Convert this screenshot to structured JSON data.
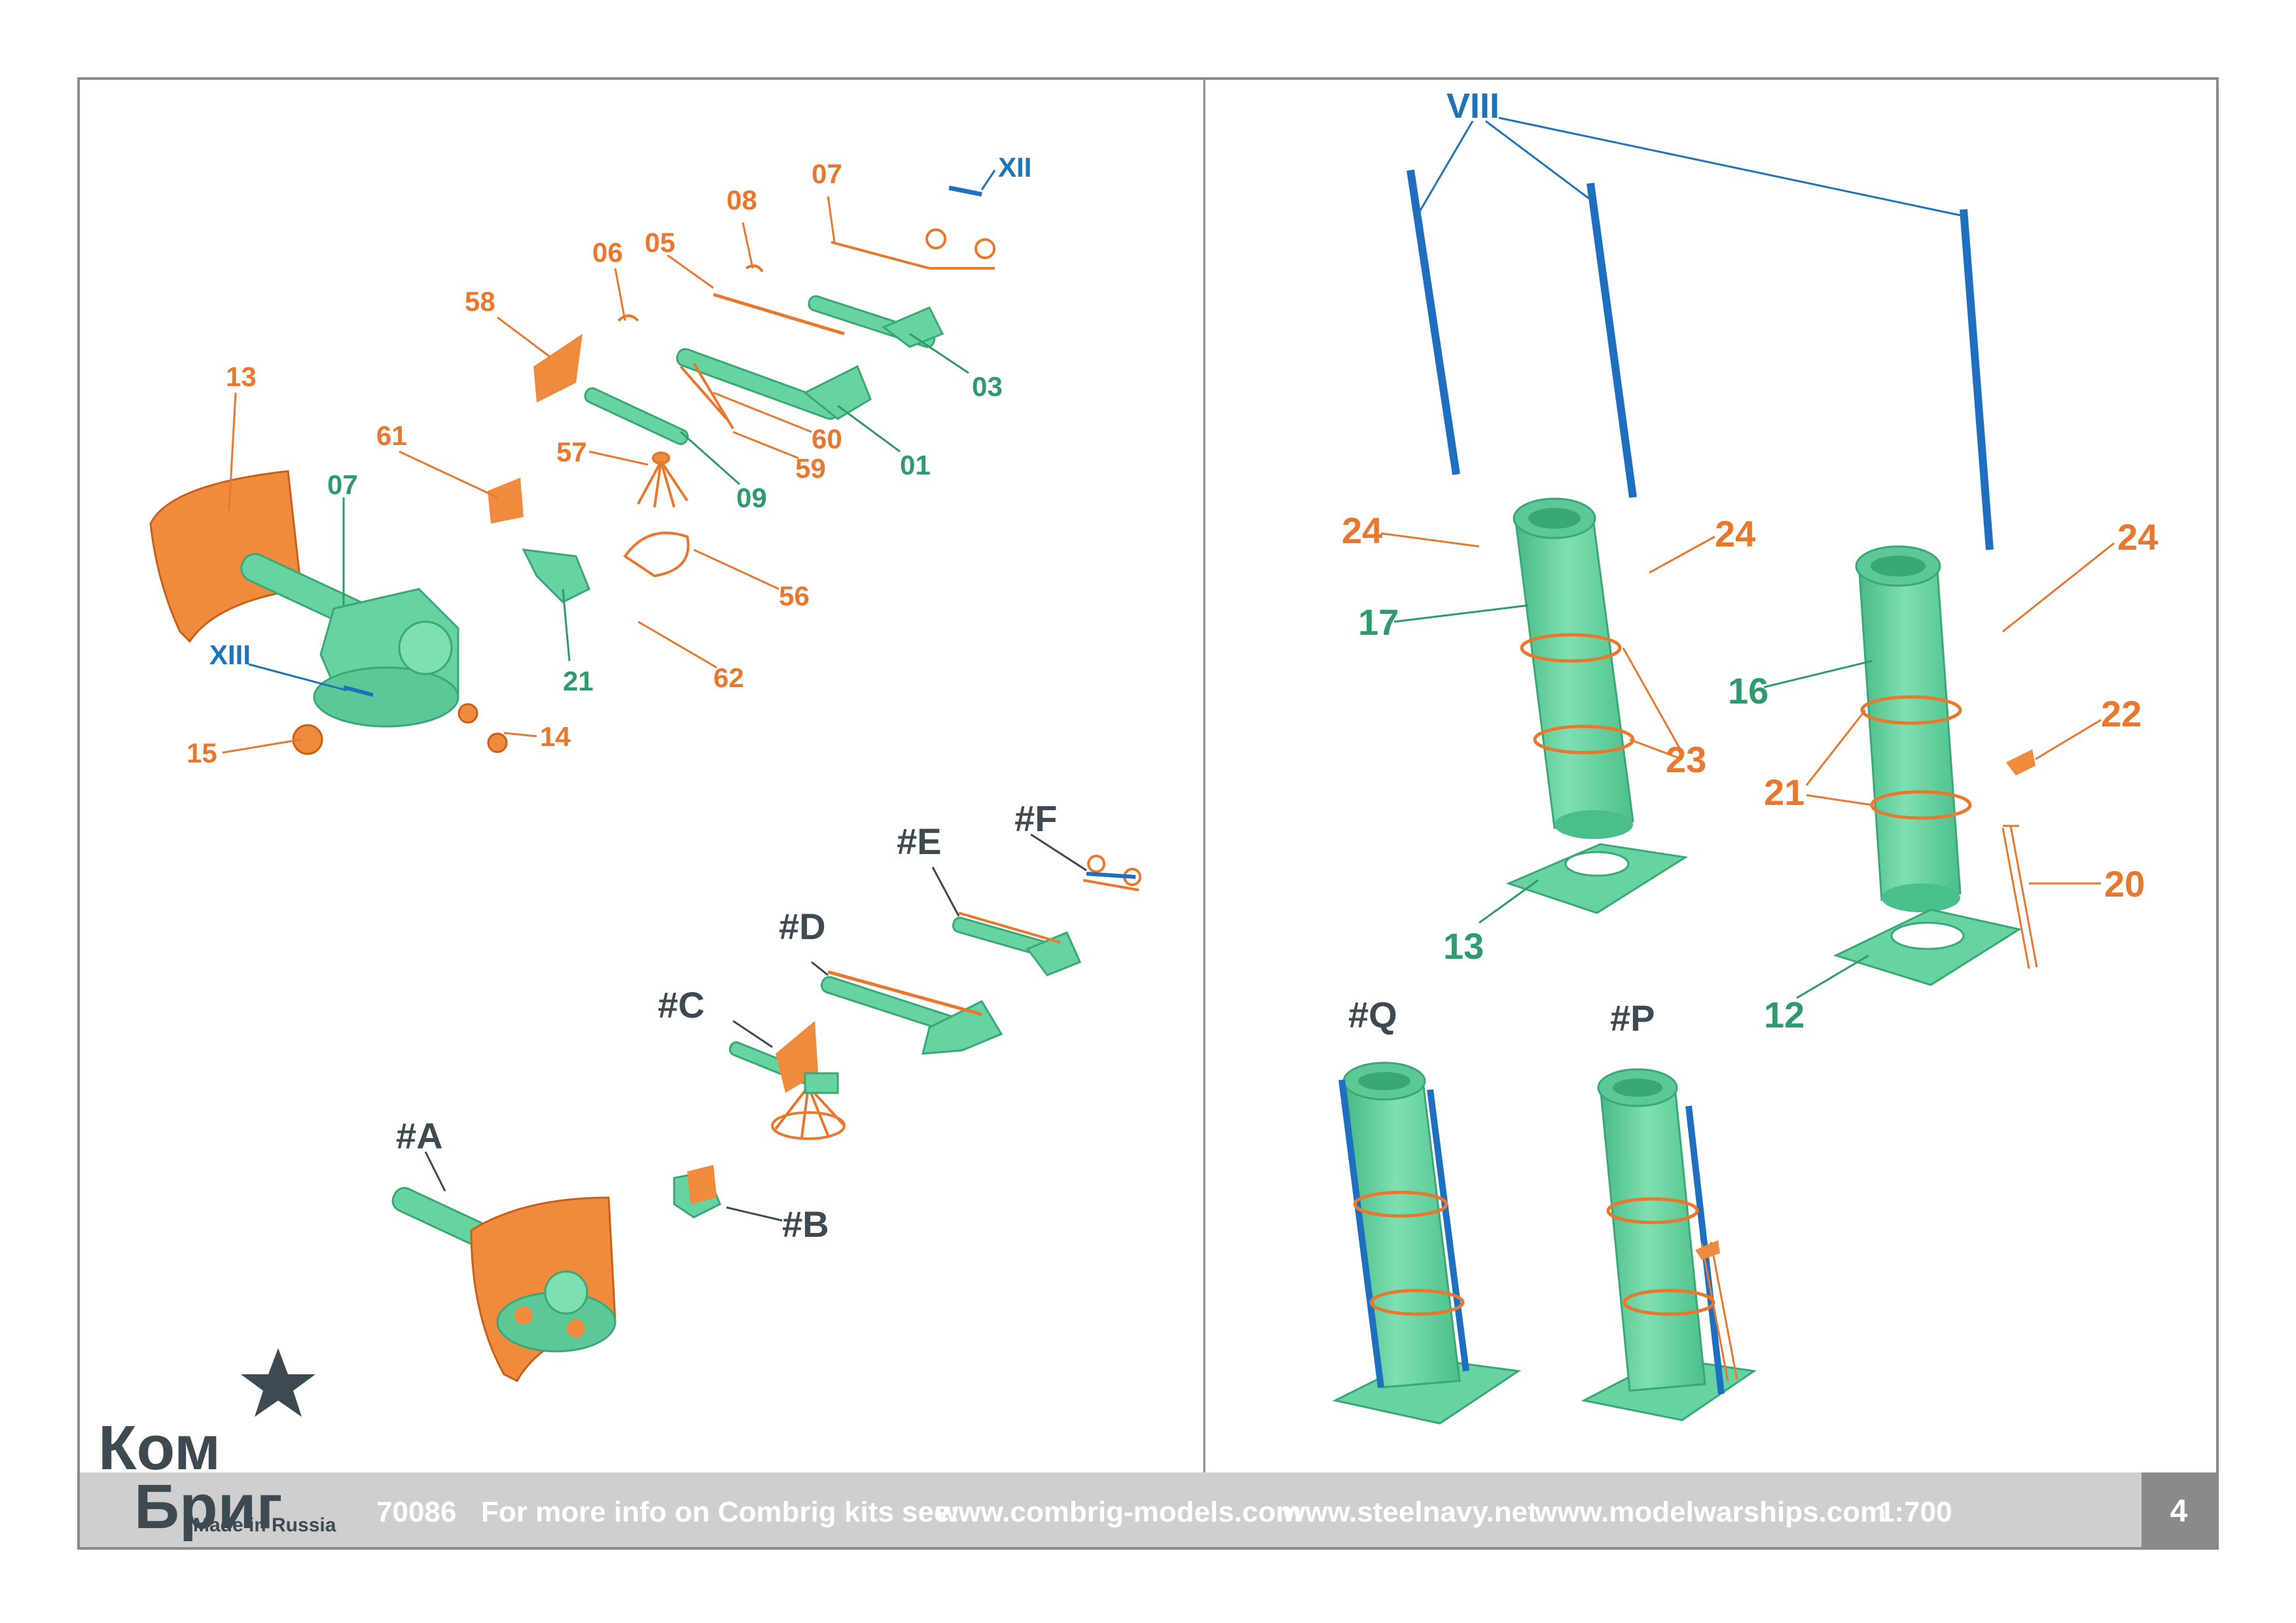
{
  "page_number": "4",
  "footer": {
    "kit_no": "70086",
    "info": "For more info on Combrig kits see:",
    "site1": "www.combrig-models.com",
    "site2": "www.steelnavy.net",
    "site3": "www.modelwarships.com",
    "scale": "1:700"
  },
  "logo": {
    "line1": "Ком",
    "line2": "Бриг",
    "made": "Made in Russia"
  },
  "colors": {
    "resin_part": "#66d3a0",
    "photo_etch": "#f08a3c",
    "wire": "#1f6fc0",
    "orange_label": "#e8782e",
    "green_label": "#2f9a6c",
    "blue_label": "#1f74b8",
    "footer_bar": "#cfcfcf",
    "page_box": "#8a8a8a"
  },
  "left_panel": {
    "orange_labels": [
      "13",
      "61",
      "58",
      "06",
      "05",
      "08",
      "07",
      "57",
      "60",
      "59",
      "56",
      "62",
      "15",
      "14"
    ],
    "green_labels": [
      "07",
      "03",
      "01",
      "09",
      "21"
    ],
    "blue_labels": [
      "XII",
      "XIII"
    ],
    "assembly_labels": [
      "#A",
      "#B",
      "#C",
      "#D",
      "#E",
      "#F"
    ]
  },
  "right_panel": {
    "blue_labels": [
      "VIII"
    ],
    "orange_labels": [
      "24",
      "24",
      "24",
      "23",
      "22",
      "21",
      "20"
    ],
    "green_labels": [
      "17",
      "16",
      "13",
      "12"
    ],
    "assembly_labels": [
      "#Q",
      "#P"
    ]
  }
}
